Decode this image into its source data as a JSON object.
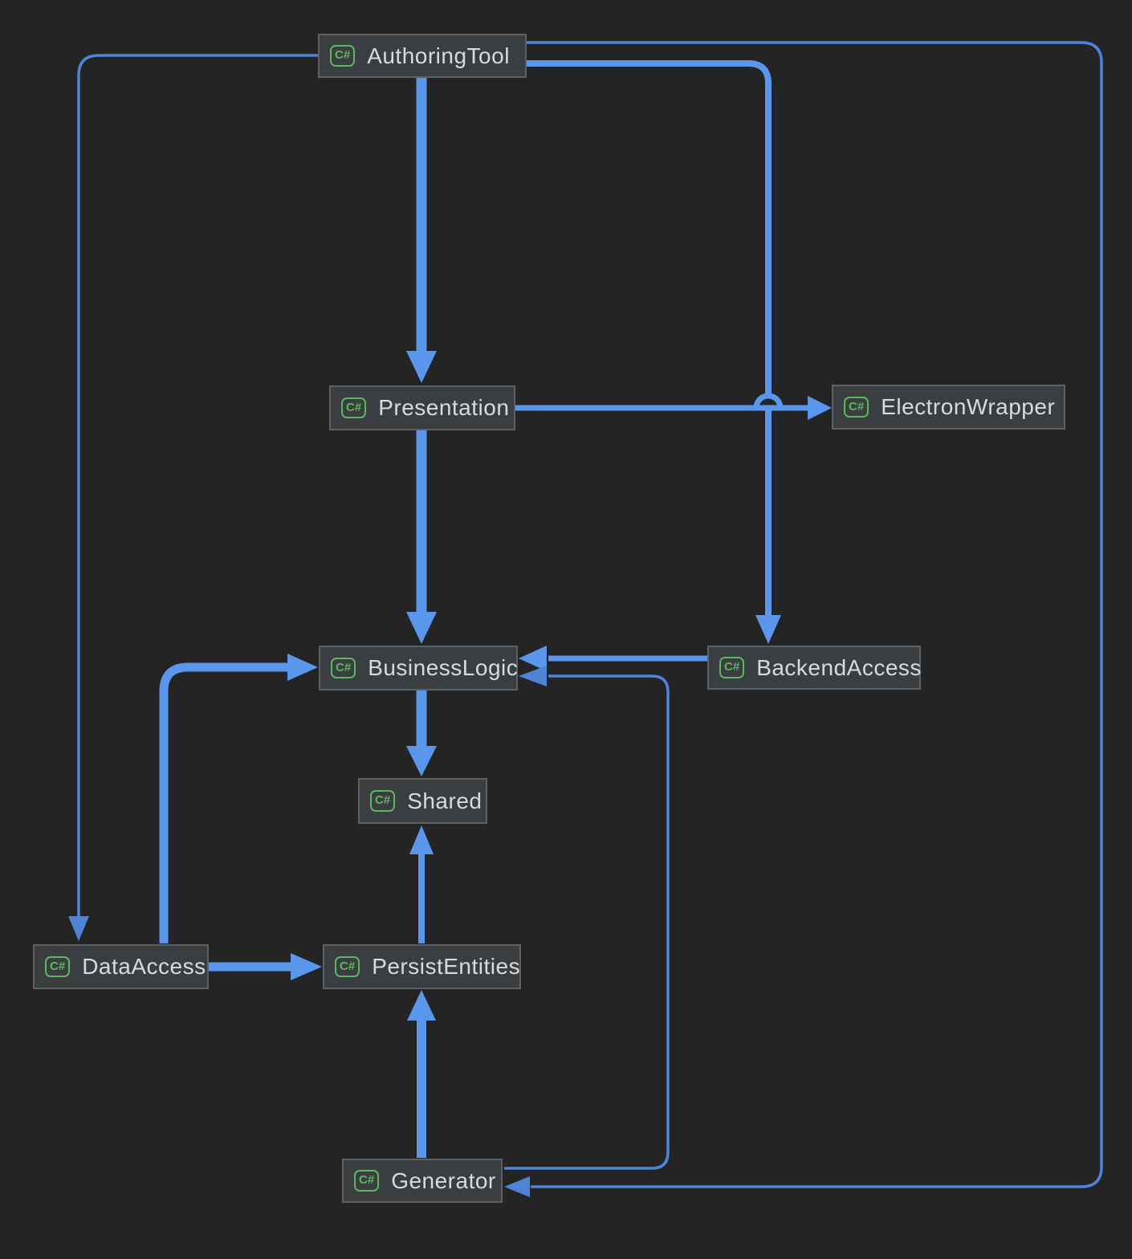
{
  "diagram": {
    "nodes": [
      {
        "id": "authoringtool",
        "badge": "C#",
        "label": "AuthoringTool"
      },
      {
        "id": "presentation",
        "badge": "C#",
        "label": "Presentation"
      },
      {
        "id": "electronwrapper",
        "badge": "C#",
        "label": "ElectronWrapper"
      },
      {
        "id": "businesslogic",
        "badge": "C#",
        "label": "BusinessLogic"
      },
      {
        "id": "backendaccess",
        "badge": "C#",
        "label": "BackendAccess"
      },
      {
        "id": "shared",
        "badge": "C#",
        "label": "Shared"
      },
      {
        "id": "dataaccess",
        "badge": "C#",
        "label": "DataAccess"
      },
      {
        "id": "persistentities",
        "badge": "C#",
        "label": "PersistEntities"
      },
      {
        "id": "generator",
        "badge": "C#",
        "label": "Generator"
      }
    ],
    "edges": [
      {
        "from": "AuthoringTool",
        "to": "Presentation"
      },
      {
        "from": "AuthoringTool",
        "to": "BackendAccess"
      },
      {
        "from": "AuthoringTool",
        "to": "DataAccess"
      },
      {
        "from": "AuthoringTool",
        "to": "Generator"
      },
      {
        "from": "Presentation",
        "to": "ElectronWrapper"
      },
      {
        "from": "Presentation",
        "to": "BusinessLogic"
      },
      {
        "from": "BackendAccess",
        "to": "BusinessLogic"
      },
      {
        "from": "BusinessLogic",
        "to": "Shared"
      },
      {
        "from": "DataAccess",
        "to": "BusinessLogic"
      },
      {
        "from": "DataAccess",
        "to": "PersistEntities"
      },
      {
        "from": "PersistEntities",
        "to": "Shared"
      },
      {
        "from": "Generator",
        "to": "PersistEntities"
      },
      {
        "from": "Generator",
        "to": "BusinessLogic"
      }
    ],
    "colors": {
      "background": "#242424",
      "node_fill": "#3B3E40",
      "node_border": "#5E6163",
      "label": "#D8DADD",
      "badge_green": "#5BB65F",
      "edge_thick": "#5A97EC",
      "edge_thin": "#4E84D8"
    }
  }
}
